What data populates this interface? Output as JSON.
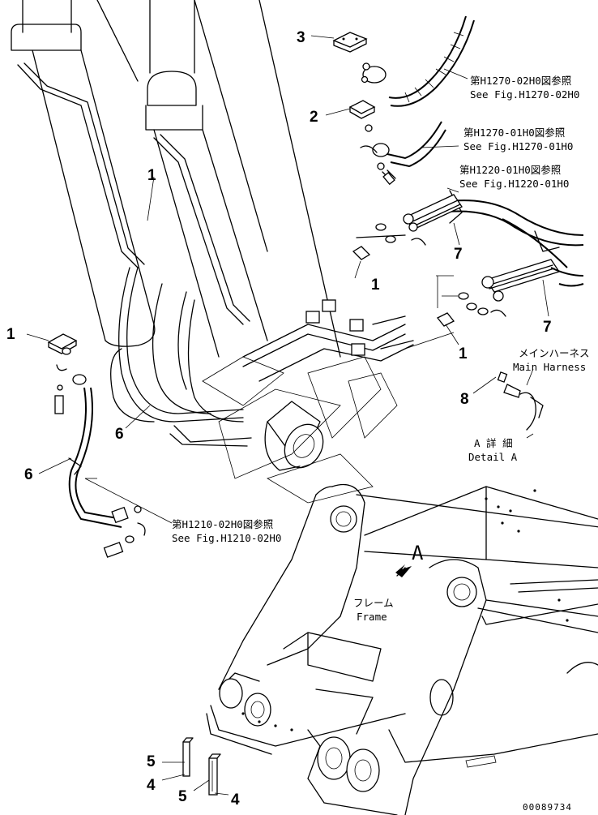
{
  "callouts": {
    "c1a": "1",
    "c1b": "1",
    "c1c": "1",
    "c1d": "1",
    "c2": "2",
    "c3": "3",
    "c4a": "4",
    "c4b": "4",
    "c5a": "5",
    "c5b": "5",
    "c6a": "6",
    "c6b": "6",
    "c7a": "7",
    "c7b": "7",
    "c8": "8"
  },
  "references": {
    "h1270_02_jp": "第H1270-02H0図参照",
    "h1270_02_en": "See Fig.H1270-02H0",
    "h1270_01_jp": "第H1270-01H0図参照",
    "h1270_01_en": "See Fig.H1270-01H0",
    "h1220_01_jp": "第H1220-01H0図参照",
    "h1220_01_en": "See Fig.H1220-01H0",
    "h1210_02_jp": "第H1210-02H0図参照",
    "h1210_02_en": "See Fig.H1210-02H0"
  },
  "labels": {
    "main_harness_jp": "メインハーネス",
    "main_harness_en": "Main Harness",
    "detail_a_jp": "A 詳 細",
    "detail_a_en": "Detail A",
    "view_a": "A",
    "frame_jp": "フレーム",
    "frame_en": "Frame"
  },
  "drawing_code": "00089734"
}
